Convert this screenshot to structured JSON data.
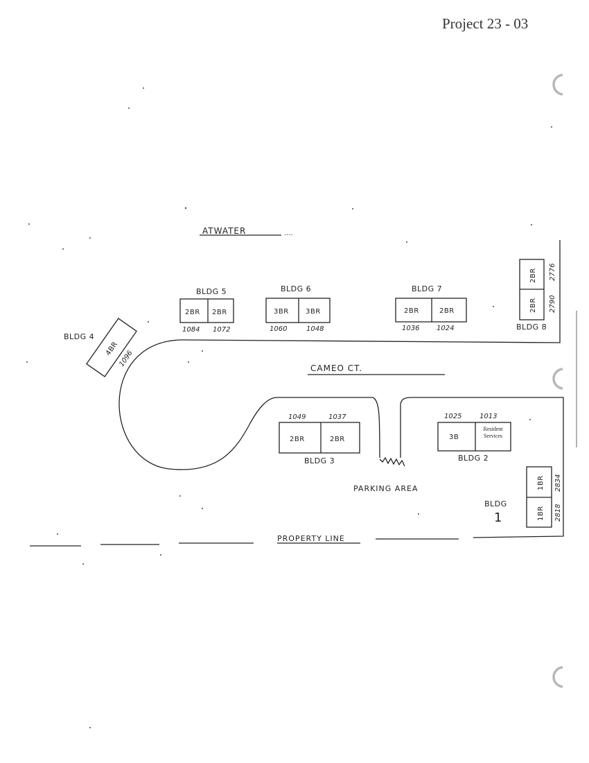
{
  "header": {
    "project": "Project 23 - 03"
  },
  "streets": {
    "north": "ATWATER",
    "court": "CAMEO CT.",
    "property_line": "PROPERTY LINE",
    "parking": "PARKING AREA"
  },
  "buildings": {
    "b1": {
      "label": "BLDG",
      "number": "1",
      "units": [
        "1BR",
        "1BR"
      ],
      "addresses": [
        "2834",
        "2818"
      ]
    },
    "b2": {
      "label": "BLDG 2",
      "units": [
        "3B",
        "Resident Services"
      ],
      "addresses": [
        "1025",
        "1013"
      ]
    },
    "b3": {
      "label": "BLDG 3",
      "units": [
        "2BR",
        "2BR"
      ],
      "addresses": [
        "1049",
        "1037"
      ]
    },
    "b4": {
      "label": "BLDG 4",
      "units": [
        "4BR"
      ],
      "addresses": [
        "1096"
      ]
    },
    "b5": {
      "label": "BLDG 5",
      "units": [
        "2BR",
        "2BR"
      ],
      "addresses": [
        "1084",
        "1072"
      ]
    },
    "b6": {
      "label": "BLDG 6",
      "units": [
        "3BR",
        "3BR"
      ],
      "addresses": [
        "1060",
        "1048"
      ]
    },
    "b7": {
      "label": "BLDG 7",
      "units": [
        "2BR",
        "2BR"
      ],
      "addresses": [
        "1036",
        "1024"
      ]
    },
    "b8": {
      "label": "BLDG 8",
      "units": [
        "2BR",
        "2BR"
      ],
      "addresses": [
        "2776",
        "2790"
      ]
    }
  }
}
